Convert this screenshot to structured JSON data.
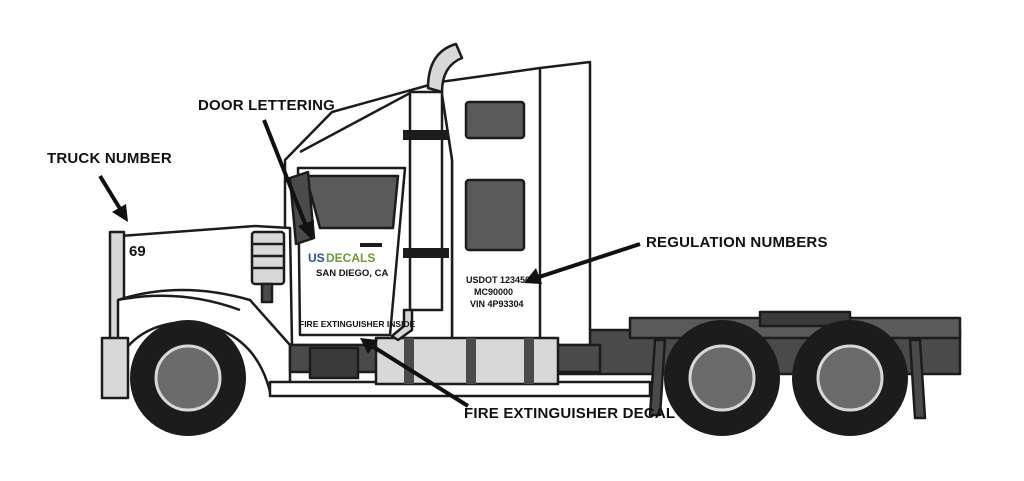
{
  "labels": {
    "truck_number": "TRUCK NUMBER",
    "door_lettering": "DOOR LETTERING",
    "regulation_numbers": "REGULATION NUMBERS",
    "fire_extinguisher_decal": "FIRE EXTINGUISHER DECAL"
  },
  "decals": {
    "truck_number": "69",
    "logo_us": "US",
    "logo_decals": "DECALS",
    "city": "SAN DIEGO, CA",
    "usdot": "USDOT 123456",
    "mc": "MC90000",
    "vin": "VIN 4P93304",
    "fire_extinguisher": "FIRE EXTINGUISHER INSIDE"
  },
  "colors": {
    "outline": "#1c1c1c",
    "dark_gray": "#4a4a4a",
    "mid_gray": "#6b6b6b",
    "light_gray": "#d8d8d8",
    "logo_blue": "#2a4fa0",
    "logo_red": "#c8282e",
    "logo_green": "#6a9a3a"
  }
}
